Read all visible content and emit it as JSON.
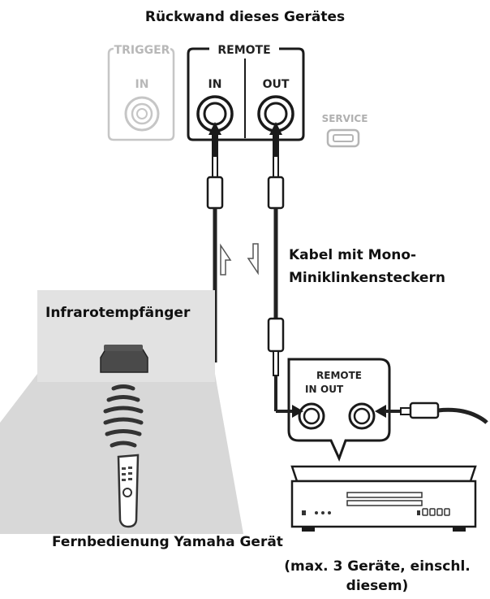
{
  "title": "Rückwand dieses Gerätes",
  "panel": {
    "trigger_label": "TRIGGER",
    "trigger_in": "IN",
    "remote_label": "REMOTE",
    "remote_in": "IN",
    "remote_out": "OUT",
    "service_label": "SERVICE"
  },
  "cable_label": [
    "Kabel mit Mono-",
    "Miniklinkensteckern"
  ],
  "receiver_label": "Infrarotempfänger",
  "device_panel": {
    "remote": "REMOTE",
    "in": "IN",
    "out": "OUT"
  },
  "bottom_label": "Fernbedienung Yamaha Gerät",
  "note_lines": [
    "(max. 3 Geräte, einschl.",
    "diesem)"
  ]
}
